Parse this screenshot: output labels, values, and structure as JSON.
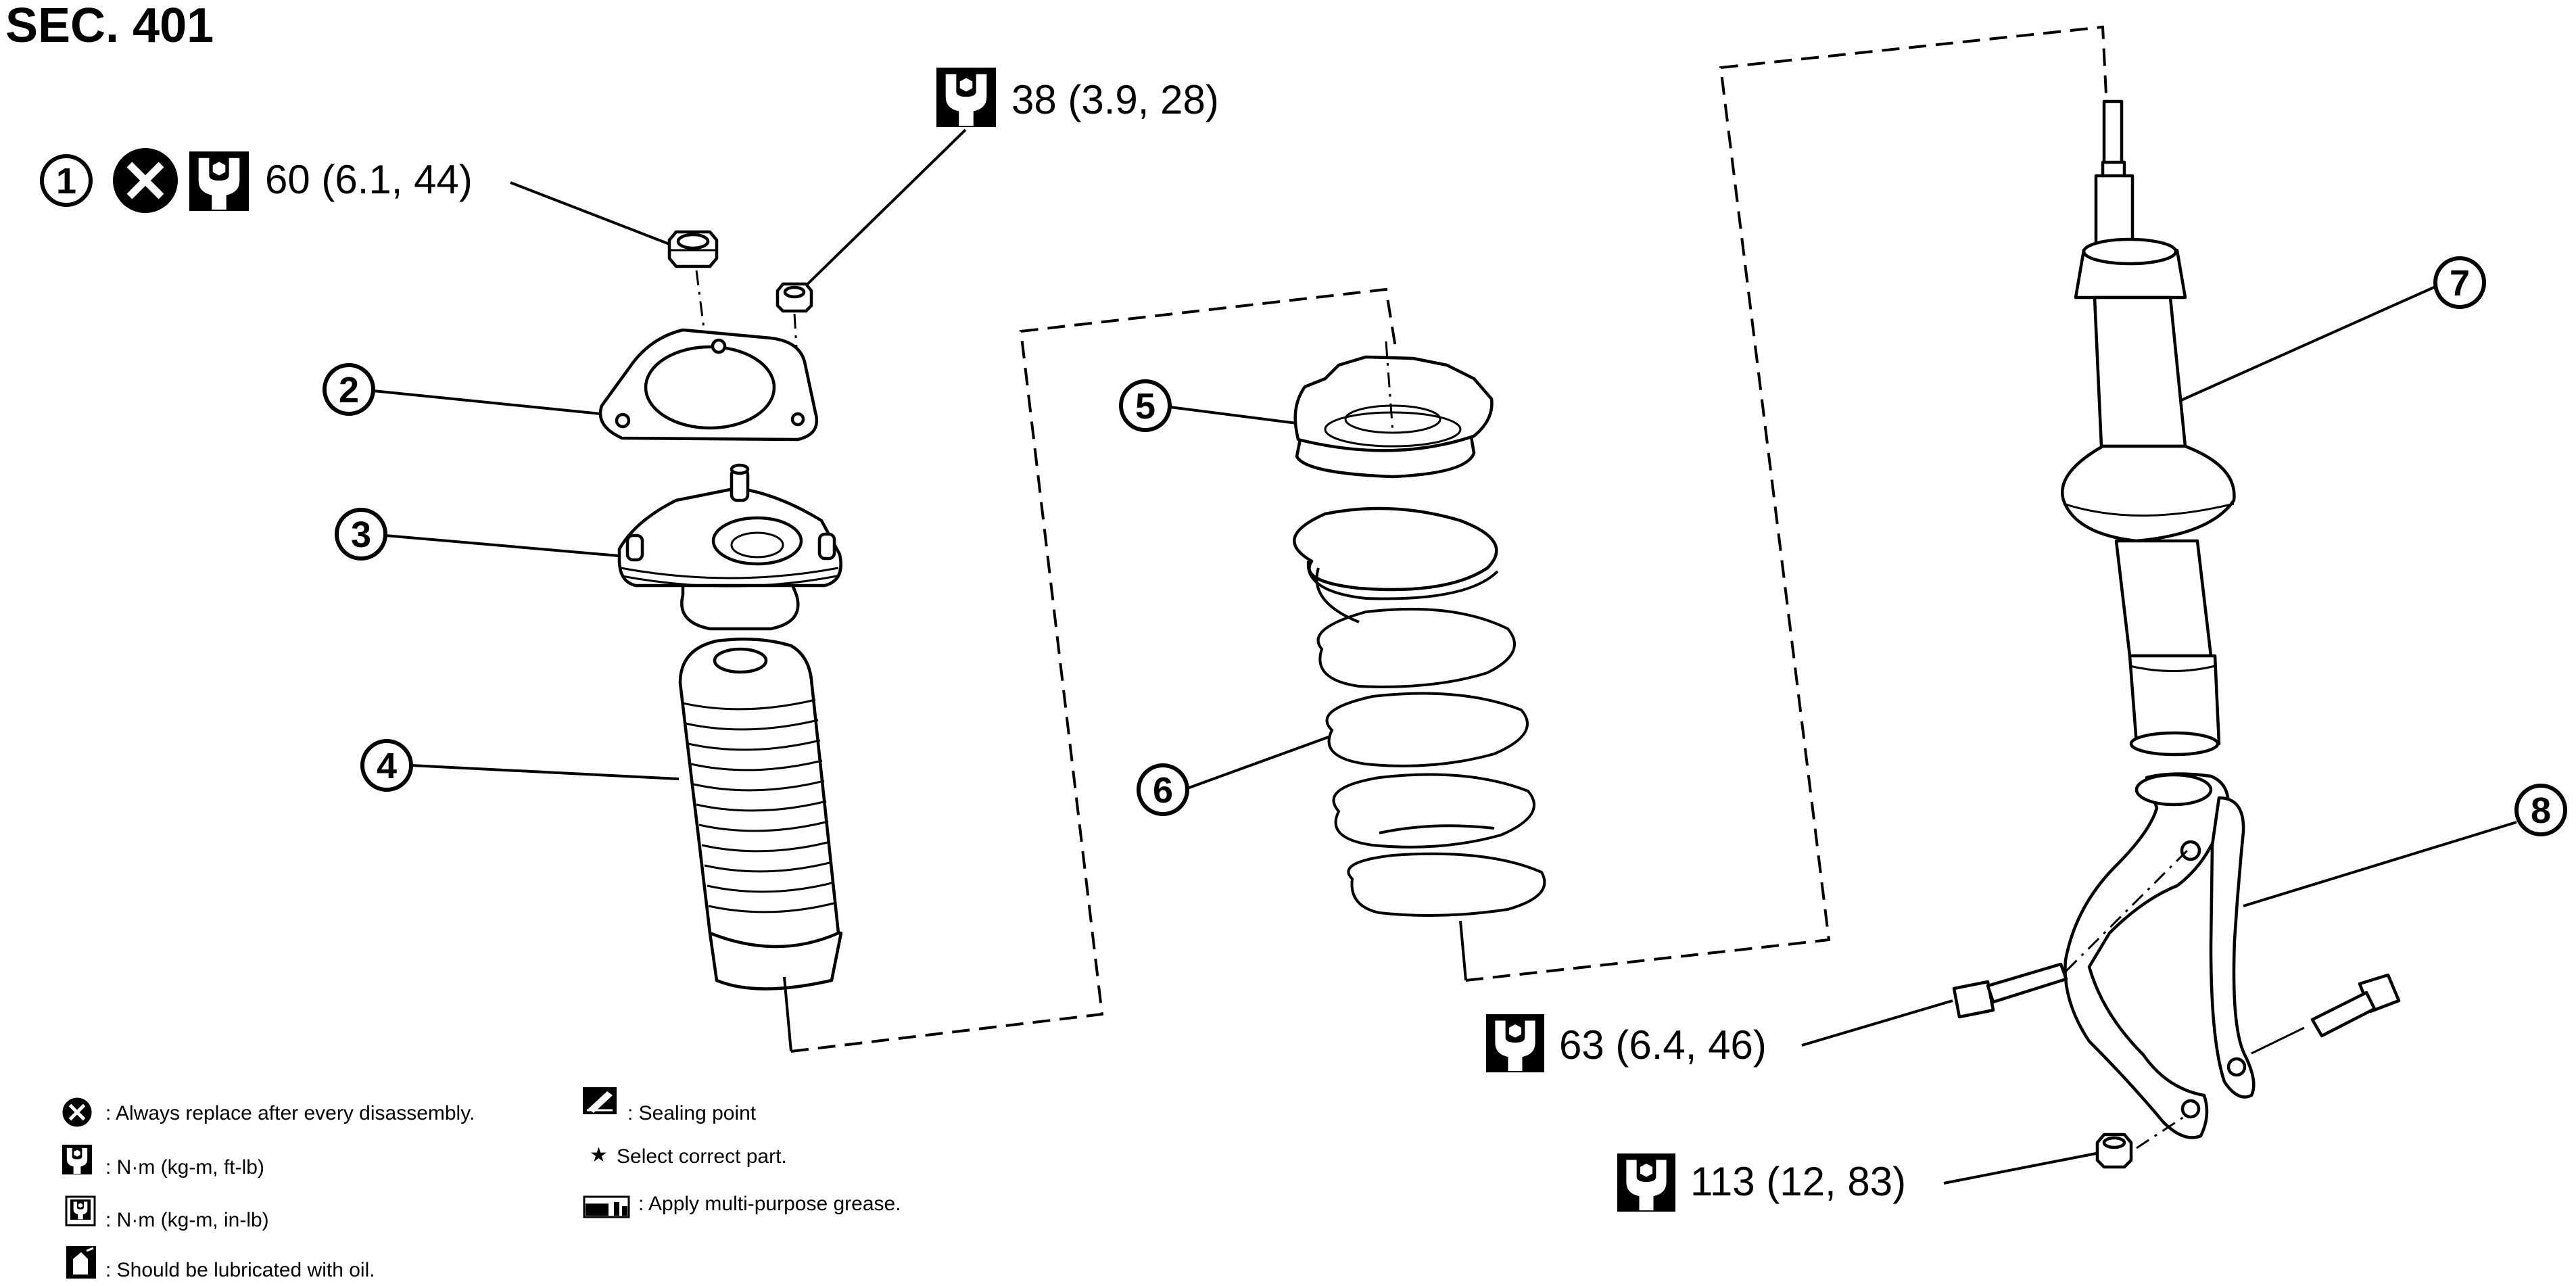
{
  "section": "SEC. 401",
  "torques": {
    "item1": "60 (6.1, 44)",
    "top_nut": "38 (3.9, 28)",
    "strut_bolt_upper": "63 (6.4, 46)",
    "strut_bolt_lower": "113 (12, 83)"
  },
  "callouts": [
    "1",
    "2",
    "3",
    "4",
    "5",
    "6",
    "7",
    "8"
  ],
  "legend": {
    "replace": ": Always replace after every disassembly.",
    "nm_ft": ": N·m (kg-m, ft-lb)",
    "nm_in": ": N·m (kg-m, in-lb)",
    "oil": ": Should be lubricated with oil.",
    "sealing": ": Sealing point",
    "select": "Select correct part.",
    "grease": ": Apply multi-purpose grease."
  },
  "icons": {
    "replace": "x-circle-icon",
    "torque": "wrench-socket-icon",
    "torque_in": "small-wrench-socket-icon",
    "oil": "oil-can-icon",
    "sealing": "sealant-tube-icon",
    "select": "star-icon",
    "grease": "grease-gun-icon"
  }
}
